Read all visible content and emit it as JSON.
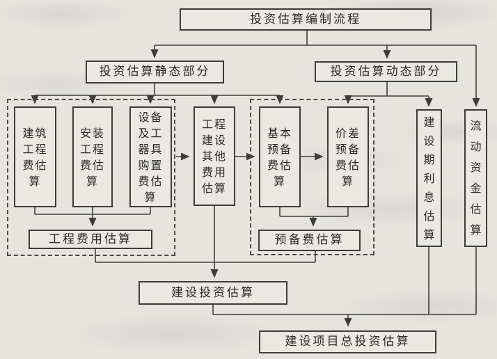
{
  "diagram": {
    "title": "投资估算编制流程",
    "static_branch": "投资估算静态部分",
    "dynamic_branch": "投资估算动态部分",
    "building_cost": "建筑\n工程\n费估\n算",
    "installation_cost": "安装\n工程\n费估\n算",
    "equipment_cost": "设备\n及工\n器具\n购置\n费估\n算",
    "other_cost": "工程\n建设\n其他\n费用\n估算",
    "basic_reserve": "基本\n预备\n费估\n算",
    "price_reserve": "价差\n预备\n费估\n算",
    "interest": "建\n设\n期\n利\n息\n估\n算",
    "working_capital": "流\n动\n资\n金\n估\n算",
    "engineering_cost": "工程费用估算",
    "reserve_cost": "预备费估算",
    "construction_investment": "建设投资估算",
    "total_investment": "建设项目总投资估算"
  },
  "colors": {
    "paper": "#e6e4df",
    "line": "#3d3c3a",
    "text": "#2b2a28",
    "boxfill": "#eae8e3"
  }
}
